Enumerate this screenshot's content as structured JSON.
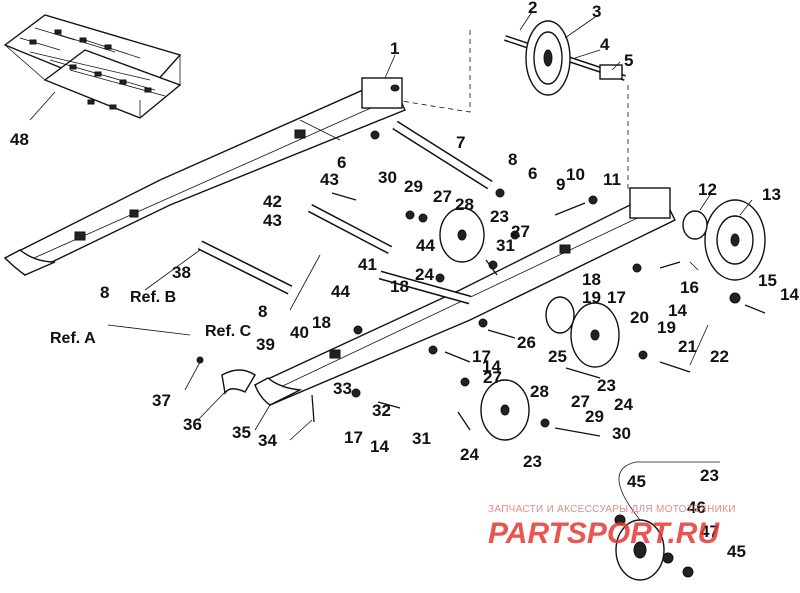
{
  "diagram": {
    "callouts": {
      "c1": "1",
      "c2": "2",
      "c3": "3",
      "c4": "4",
      "c5": "5",
      "c6a": "6",
      "c6b": "6",
      "c7": "7",
      "c8a": "8",
      "c8b": "8",
      "c8c": "8",
      "c9": "9",
      "c10": "10",
      "c11": "11",
      "c12": "12",
      "c13": "13",
      "c14a": "14",
      "c14b": "14",
      "c14c": "14",
      "c14d": "14",
      "c15": "15",
      "c16": "16",
      "c17a": "17",
      "c17b": "17",
      "c17c": "17",
      "c18a": "18",
      "c18b": "18",
      "c18c": "18",
      "c19a": "19",
      "c19b": "19",
      "c20": "20",
      "c21": "21",
      "c22": "22",
      "c23a": "23",
      "c23b": "23",
      "c23c": "23",
      "c23d": "23",
      "c24a": "24",
      "c24b": "24",
      "c24c": "24",
      "c25": "25",
      "c26": "26",
      "c27a": "27",
      "c27b": "27",
      "c27c": "27",
      "c27d": "27",
      "c28a": "28",
      "c28b": "28",
      "c29a": "29",
      "c29b": "29",
      "c30a": "30",
      "c30b": "30",
      "c31a": "31",
      "c31b": "31",
      "c32": "32",
      "c33": "33",
      "c34": "34",
      "c35": "35",
      "c36": "36",
      "c37": "37",
      "c38": "38",
      "c39": "39",
      "c40": "40",
      "c41": "41",
      "c42": "42",
      "c43a": "43",
      "c43b": "43",
      "c44a": "44",
      "c44b": "44",
      "c45a": "45",
      "c45b": "45",
      "c46": "46",
      "c47": "47",
      "c48": "48"
    },
    "refs": {
      "refA": "Ref. A",
      "refB": "Ref. B",
      "refC": "Ref. C"
    },
    "watermark": {
      "small": "ЗАПЧАСТИ И АКСЕССУАРЫ ДЛЯ МОТОТЕХНИКИ",
      "big": "PARTSPORT.RU"
    }
  }
}
